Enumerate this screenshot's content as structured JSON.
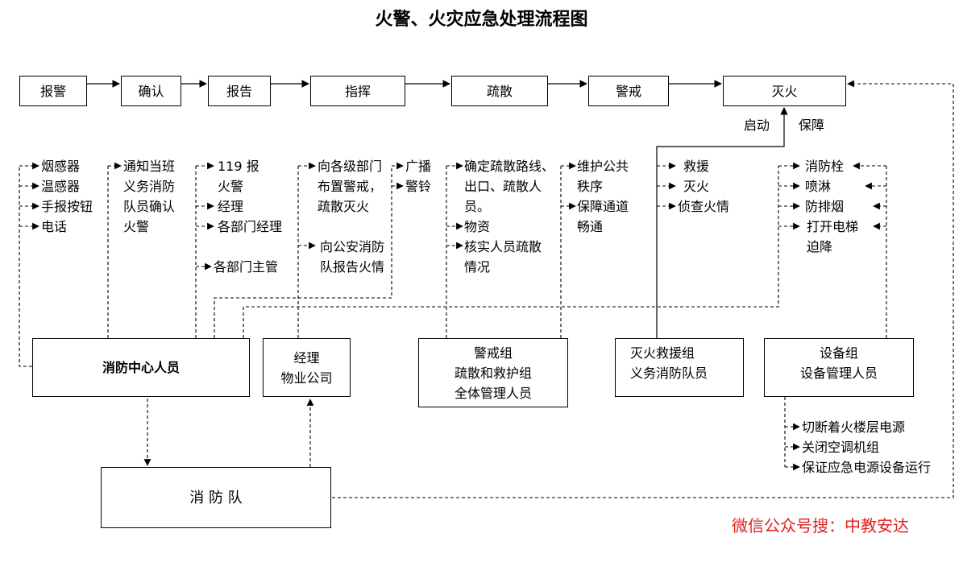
{
  "title": "火警、火灾应急处理流程图",
  "steps": [
    "报警",
    "确认",
    "报告",
    "指挥",
    "疏散",
    "警戒",
    "灭火"
  ],
  "fire_links": {
    "start": "启动",
    "guarantee": "保障"
  },
  "alarm_sources": [
    "烟感器",
    "温感器",
    "手报按钮",
    "电话"
  ],
  "confirm_action": "通知当班义务消防队员确认火警",
  "report_targets": [
    "119 报火警",
    "经理",
    "各部门经理",
    "各部门主管"
  ],
  "command_actions": [
    "向各级部门布置警戒，疏散灭火",
    "向公安消防队报告火情"
  ],
  "broadcast_items": [
    "广播",
    "警铃"
  ],
  "evacuate_items": [
    "确定疏散路线、出口、疏散人员。",
    "物资",
    "核实人员疏散情况"
  ],
  "guard_items": [
    "维护公共秩序",
    "保障通道畅通"
  ],
  "rescue_items": [
    "救援",
    "灭火",
    "侦查火情"
  ],
  "equipment_items": [
    "消防栓",
    "喷淋",
    "防排烟",
    "打开电梯迫降"
  ],
  "power_items": [
    "切断着火楼层电源",
    "关闭空调机组",
    "保证应急电源设备运行"
  ],
  "groups": {
    "center": "消防中心人员",
    "manager": [
      "经理",
      "物业公司"
    ],
    "guard": [
      "警戒组",
      "疏散和救护组",
      "全体管理人员"
    ],
    "rescue": [
      "灭火救援组",
      "义务消防队员"
    ],
    "equipment": [
      "设备组",
      "设备管理人员"
    ]
  },
  "fire_brigade": "消 防 队",
  "watermark": "微信公众号搜：中教安达",
  "colors": {
    "line": "#000000",
    "watermark": "#e02020"
  }
}
